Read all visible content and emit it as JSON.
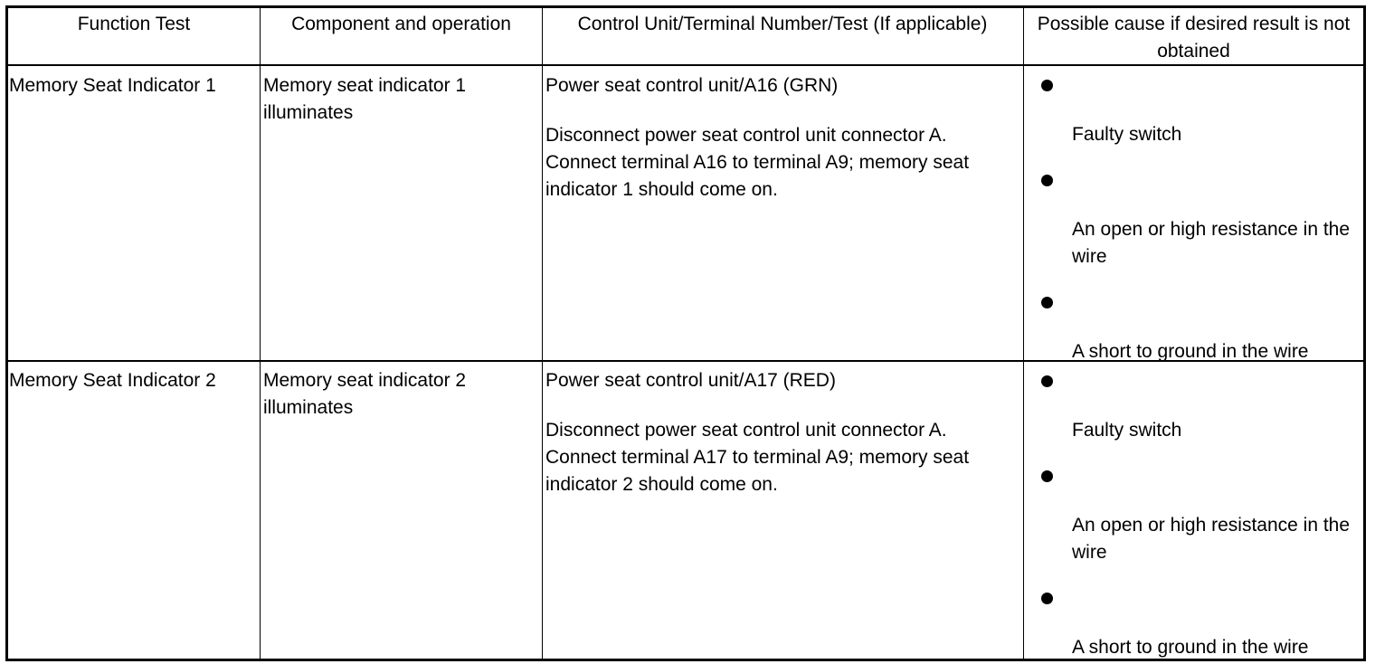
{
  "table": {
    "headers": [
      "Function Test",
      "Component and operation",
      "Control Unit/Terminal Number/Test (If applicable)",
      "Possible cause if desired result is not obtained"
    ],
    "rows": [
      {
        "function_test": "Memory Seat Indicator 1",
        "component": "Memory seat indicator 1 illuminates",
        "control_unit": "Power seat control unit/A16 (GRN)",
        "test": "Disconnect power seat control unit connector A. Connect terminal A16 to terminal A9; memory seat indicator 1 should come on.",
        "causes": [
          "Faulty switch",
          "An open or high resistance in the wire",
          "A short to ground in the wire"
        ]
      },
      {
        "function_test": "Memory Seat Indicator 2",
        "component": "Memory seat indicator 2 illuminates",
        "control_unit": "Power seat control unit/A17 (RED)",
        "test": "Disconnect power seat control unit connector A. Connect terminal A17 to terminal A9; memory seat indicator 2 should come on.",
        "causes": [
          "Faulty switch",
          "An open or high resistance in the wire",
          "A short to ground in the wire"
        ]
      }
    ]
  }
}
